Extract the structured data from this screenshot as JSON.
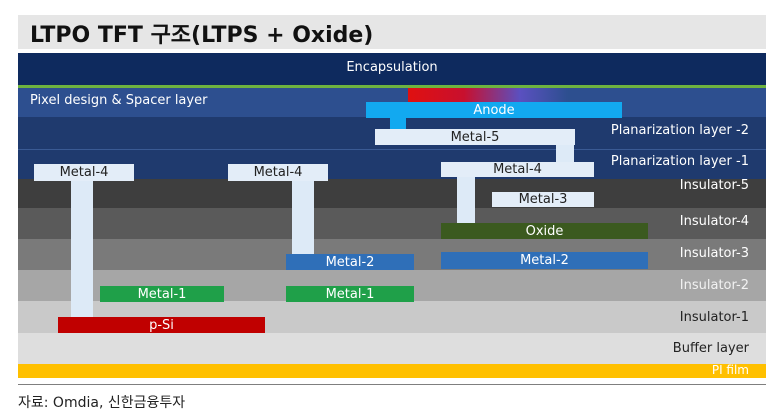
{
  "title": "LTPO TFT 구조(LTPS + Oxide)",
  "layers": {
    "encapsulation": "Encapsulation",
    "pixel_design": "Pixel design & Spacer layer",
    "planarization_2": "Planarization layer -2",
    "planarization_1": "Planarization layer -1",
    "insulator_5": "Insulator-5",
    "insulator_4": "Insulator-4",
    "insulator_3": "Insulator-3",
    "insulator_2": "Insulator-2",
    "insulator_1": "Insulator-1",
    "buffer": "Buffer layer",
    "pi_film": "PI film"
  },
  "components": {
    "anode": "Anode",
    "metal_5": "Metal-5",
    "metal_4": "Metal-4",
    "metal_3": "Metal-3",
    "oxide": "Oxide",
    "metal_2": "Metal-2",
    "metal_1": "Metal-1",
    "p_si": "p-Si"
  },
  "colors": {
    "encapsulation": "#0e2a5e",
    "pixel_design": "#2d4f8f",
    "planarization": "#1f3a6e",
    "metal": "#e3edf8",
    "metal_2": "#2f6fb8",
    "metal_1": "#1fa049",
    "oxide": "#3b5a1f",
    "p_si": "#c00000",
    "anode": "#12a9f0",
    "pi_film": "#ffc000"
  },
  "source": "자료: Omdia, 신한금융투자"
}
